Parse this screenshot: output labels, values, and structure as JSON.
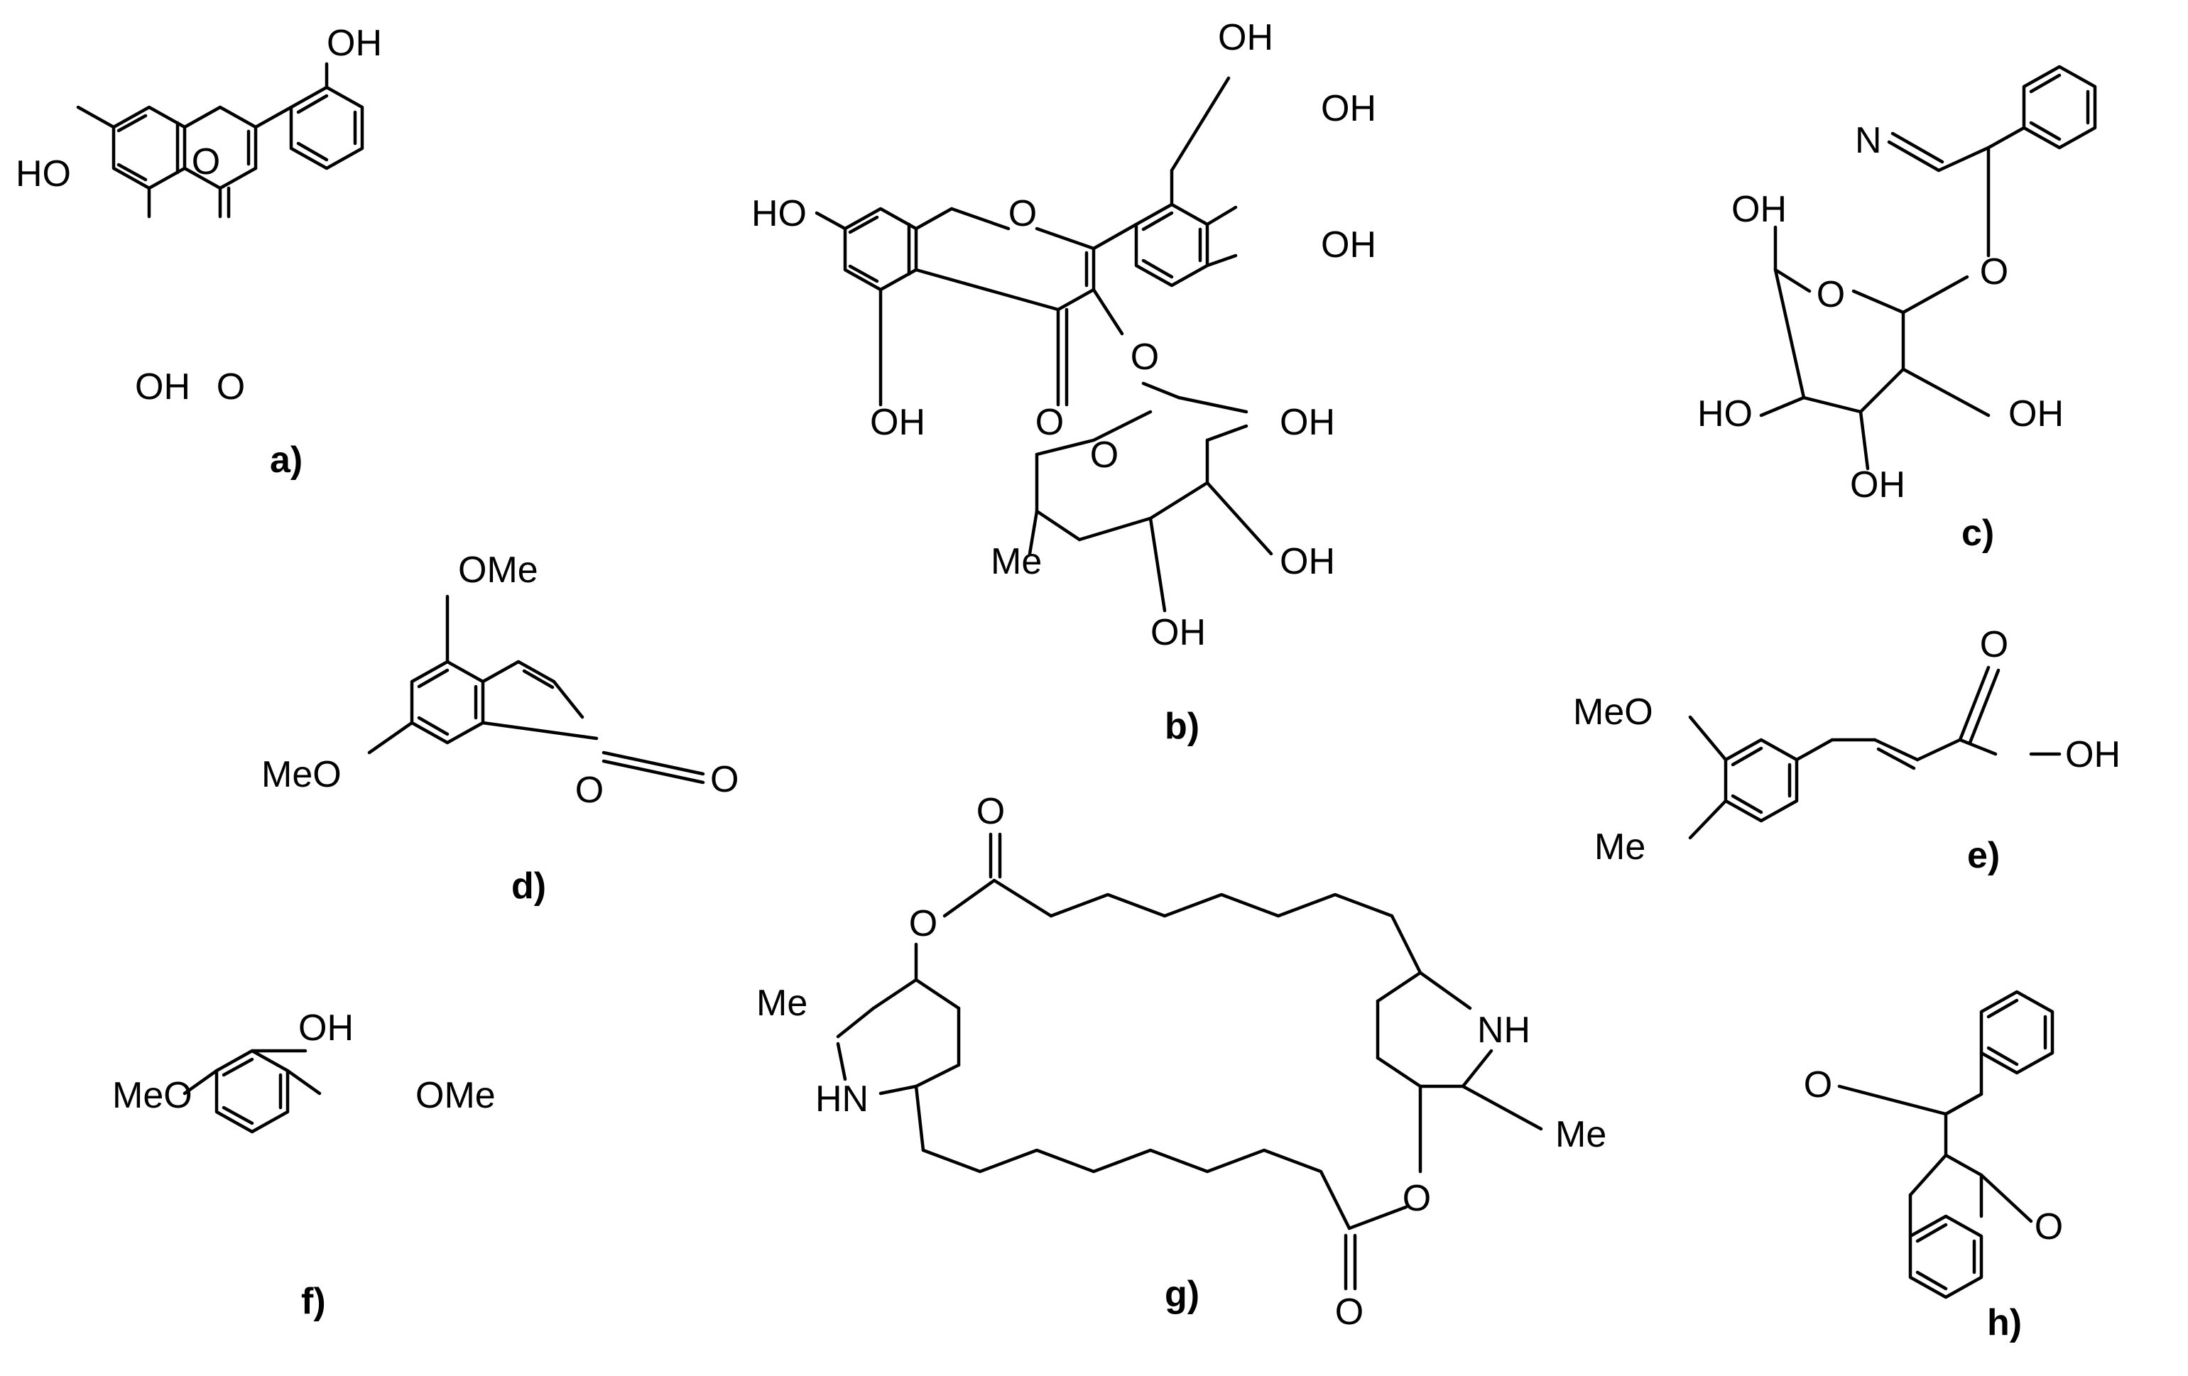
{
  "figure": {
    "panels": [
      {
        "id": "a",
        "label": "a)",
        "atoms": [
          "HO",
          "O",
          "OH",
          "OH",
          "O"
        ]
      },
      {
        "id": "b",
        "label": "b)",
        "atoms": [
          "OH",
          "OH",
          "HO",
          "O",
          "OH",
          "O",
          "OH",
          "O",
          "O",
          "OH",
          "Me",
          "OH",
          "OH"
        ]
      },
      {
        "id": "c",
        "label": "c)",
        "atoms": [
          "N",
          "OH",
          "O",
          "O",
          "HO",
          "OH",
          "OH"
        ]
      },
      {
        "id": "d",
        "label": "d)",
        "atoms": [
          "OMe",
          "MeO",
          "O",
          "O"
        ]
      },
      {
        "id": "e",
        "label": "e)",
        "atoms": [
          "O",
          "MeO",
          "OH",
          "Me"
        ]
      },
      {
        "id": "f",
        "label": "f)",
        "atoms": [
          "OH",
          "MeO",
          "OMe"
        ]
      },
      {
        "id": "g",
        "label": "g)",
        "atoms": [
          "O",
          "O",
          "Me",
          "NH",
          "HN",
          "Me",
          "O",
          "O"
        ]
      },
      {
        "id": "h",
        "label": "h)",
        "atoms": [
          "O",
          "O"
        ]
      }
    ]
  }
}
